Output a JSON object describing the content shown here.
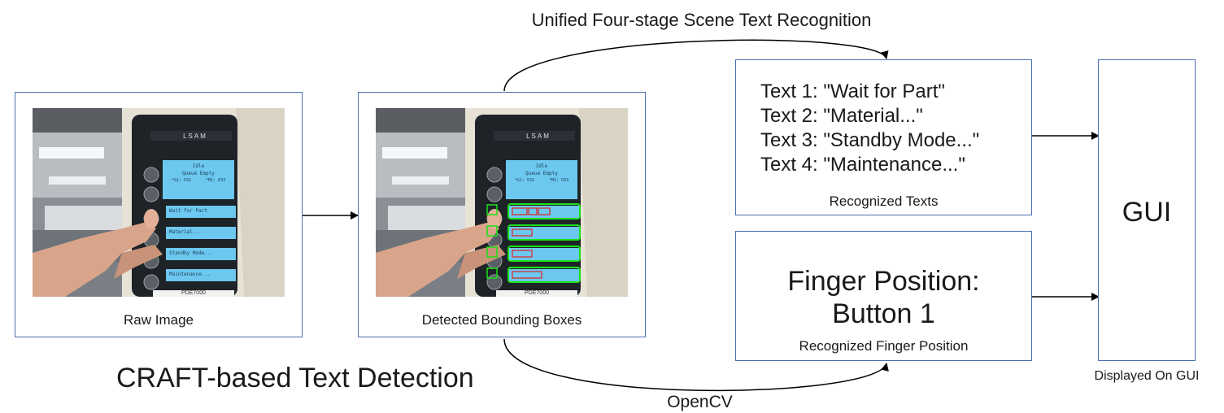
{
  "diagram": {
    "top_label": "Unified Four-stage Scene Text Recognition",
    "detection_label": "CRAFT-based Text Detection",
    "opencv_label": "OpenCV",
    "raw_image": {
      "caption": "Raw Image"
    },
    "detected": {
      "caption": "Detected Bounding Boxes"
    },
    "panel": {
      "brand": "LSAM",
      "screen_lines": [
        "Idle",
        "Queue Empty",
        "*G1: 532      *M1: 033"
      ],
      "buttons": [
        "Wait for Part",
        "Material...",
        "Standby Mode...",
        "Maintenance..."
      ],
      "bottom_text": "PDE7000"
    },
    "recognized_texts": {
      "lines": [
        "Text 1: \"Wait for Part\"",
        "Text 2: \"Material...\"",
        "Text 3: \"Standby Mode...\"",
        "Text 4: \"Maintenance...\""
      ],
      "caption": "Recognized Texts"
    },
    "finger_position": {
      "line1": "Finger Position:",
      "line2": "Button 1",
      "caption": "Recognized Finger Position"
    },
    "gui": {
      "label": "GUI",
      "caption": "Displayed On GUI"
    }
  }
}
